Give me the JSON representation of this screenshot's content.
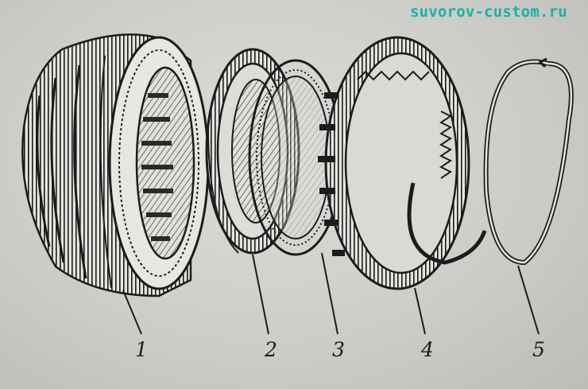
{
  "watermark": "suvorov-custom.ru",
  "labels": [
    "1",
    "2",
    "3",
    "4",
    "5"
  ],
  "colors": {
    "ink": "#1c1c1c",
    "paper": "#cfcfcb",
    "watermark": "#16b3a5"
  }
}
